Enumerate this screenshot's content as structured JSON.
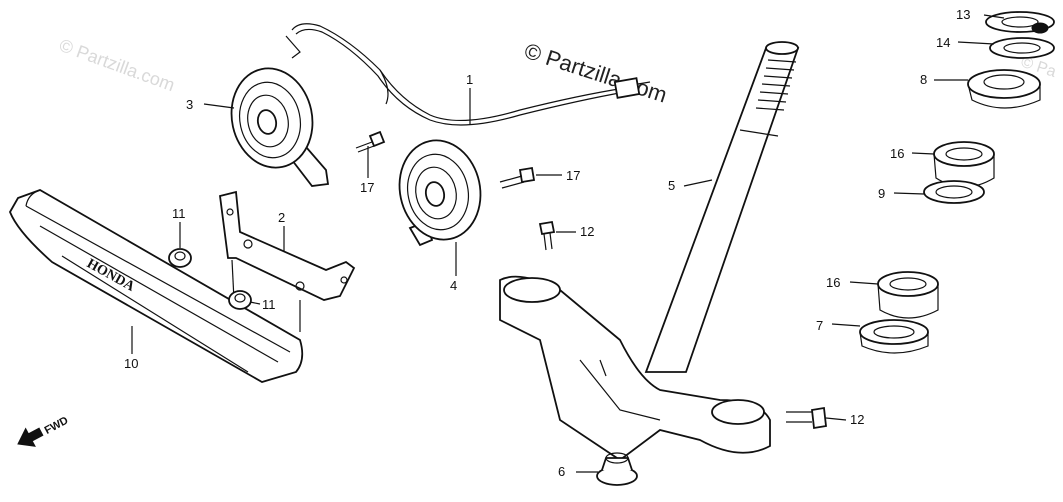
{
  "watermarks": {
    "main": "© Partzilla.com",
    "left_faint": "© Partzilla.com",
    "right_faint": "© Pa"
  },
  "brand_text": "HONDA",
  "direction_label": "FWD",
  "callouts": [
    "13",
    "14",
    "8",
    "16",
    "9",
    "16",
    "7",
    "12",
    "5",
    "12",
    "17",
    "17",
    "1",
    "3",
    "4",
    "2",
    "11",
    "11",
    "10",
    "6"
  ]
}
